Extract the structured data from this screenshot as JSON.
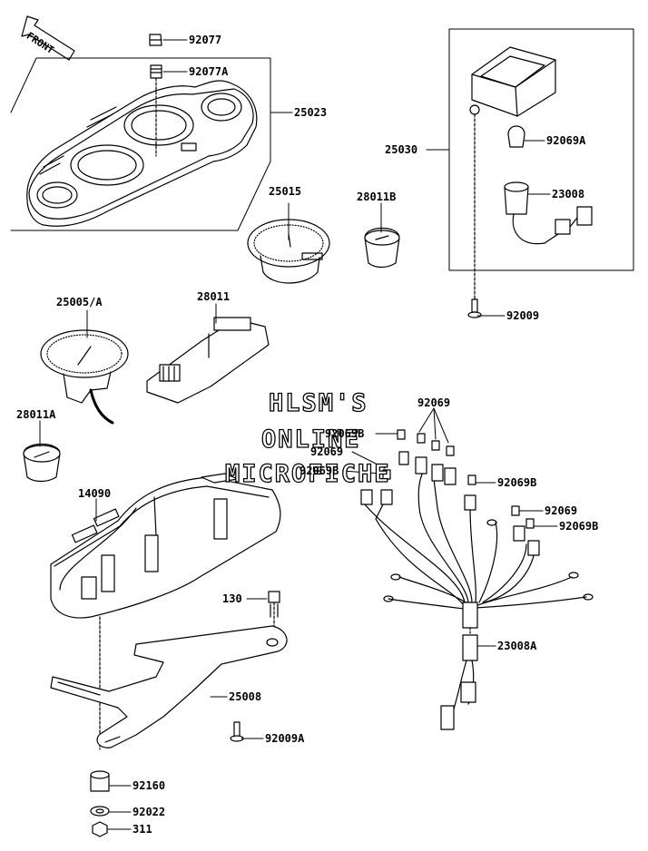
{
  "front_label": "FRONT",
  "watermark": {
    "line1": "HLSM'S",
    "line2": "ONLINE",
    "line3": "MICROFICHE"
  },
  "parts": {
    "p92077": "92077",
    "p92077A": "92077A",
    "p25023": "25023",
    "p25030": "25030",
    "p92069A": "92069A",
    "p23008": "23008",
    "p25015": "25015",
    "p28011B": "28011B",
    "p92009": "92009",
    "p25005A": "25005/A",
    "p28011": "28011",
    "p28011A": "28011A",
    "p92069_top": "92069",
    "p92069B_a": "92069B",
    "p92069_b": "92069",
    "p92069B_b": "92069B",
    "p92069B_c": "92069B",
    "p92069_c": "92069",
    "p92069B_d": "92069B",
    "p14090": "14090",
    "p130": "130",
    "p23008A": "23008A",
    "p25008": "25008",
    "p92009A": "92009A",
    "p92160": "92160",
    "p92022": "92022",
    "p311": "311"
  }
}
